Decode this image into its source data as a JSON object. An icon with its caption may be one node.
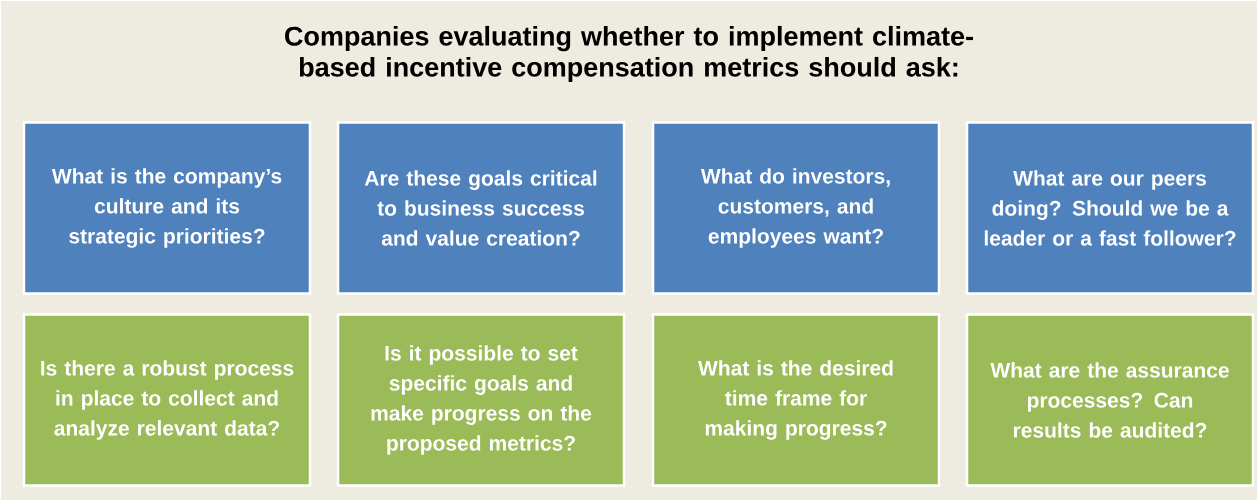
{
  "diagram": {
    "title": "Companies evaluating whether to implement climate-based incentive compensation metrics should ask:",
    "nodes": [
      {
        "text": [
          "What is the company’s culture and its strategic priorities?"
        ]
      },
      {
        "text": [
          "Are these goals critical to business success and value creation?"
        ]
      },
      {
        "text": [
          "What do investors, customers, and employees want?"
        ]
      },
      {
        "text": [
          "What are our peers doing? Should we be a leader or a fast follower?"
        ]
      },
      {
        "text": [
          "Is there a robust process in place to collect and analyze relevant data?"
        ]
      },
      {
        "text": [
          "Is it possible to set specific goals and make progress on the proposed metrics?"
        ]
      },
      {
        "text": [
          "What is the desired time frame for making progress?"
        ]
      },
      {
        "text": [
          "What are the assurance processes? Can results be audited?"
        ]
      }
    ]
  }
}
